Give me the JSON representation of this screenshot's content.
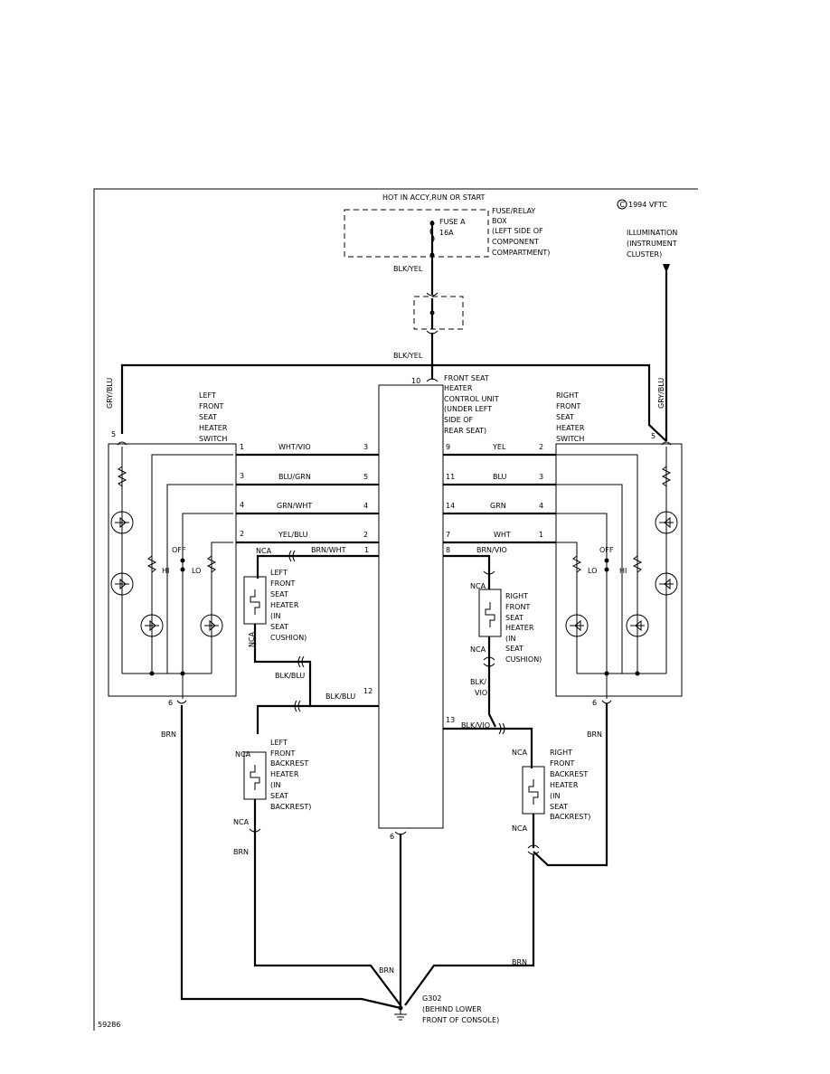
{
  "header": {
    "power": "HOT IN ACCY,RUN OR START",
    "copyright": "1994 VFTC",
    "drawing_no": "59286"
  },
  "fuse": {
    "name": [
      "FUSE A",
      "16A"
    ],
    "box": [
      "FUSE/RELAY",
      "BOX",
      "(LEFT SIDE OF",
      "COMPONENT",
      "COMPARTMENT)"
    ]
  },
  "illumination": [
    "ILLUMINATION",
    "(INSTRUMENT",
    "CLUSTER)"
  ],
  "control_unit": {
    "label": [
      "FRONT SEAT",
      "HEATER",
      "CONTROL UNIT",
      "(UNDER LEFT",
      "SIDE OF",
      "REAR SEAT)"
    ],
    "pin_top": "10",
    "pin_bottom": "6",
    "pin_12": "12",
    "pin_13": "13"
  },
  "left_switch": {
    "label": [
      "LEFT",
      "FRONT",
      "SEAT",
      "HEATER",
      "SWITCH"
    ],
    "pin_power": "5",
    "pin_ground": "6",
    "pins": [
      "1",
      "3",
      "4",
      "2"
    ],
    "hi": "HI",
    "off": "OFF",
    "lo": "LO"
  },
  "right_switch": {
    "label": [
      "RIGHT",
      "FRONT",
      "SEAT",
      "HEATER",
      "SWITCH"
    ],
    "pin_power": "5",
    "pin_ground": "6",
    "pins": [
      "2",
      "3",
      "4",
      "1"
    ],
    "hi": "HI",
    "off": "OFF",
    "lo": "LO"
  },
  "left_wires": [
    {
      "switch_pin": "1",
      "color": "WHT/VIO",
      "unit_pin": "3"
    },
    {
      "switch_pin": "3",
      "color": "BLU/GRN",
      "unit_pin": "5"
    },
    {
      "switch_pin": "4",
      "color": "GRN/WHT",
      "unit_pin": "4"
    },
    {
      "switch_pin": "2",
      "color": "YEL/BLU",
      "unit_pin": "2"
    }
  ],
  "right_wires": [
    {
      "unit_pin": "9",
      "color": "YEL",
      "switch_pin": "2"
    },
    {
      "unit_pin": "11",
      "color": "BLU",
      "switch_pin": "3"
    },
    {
      "unit_pin": "14",
      "color": "GRN",
      "switch_pin": "4"
    },
    {
      "unit_pin": "7",
      "color": "WHT",
      "switch_pin": "1"
    }
  ],
  "wire_labels": {
    "blk_yel": "BLK/YEL",
    "gry_blu": "GRY/BLU",
    "brn_wht": "BRN/WHT",
    "brn_wht_pin": "1",
    "brn_vio": "BRN/VIO",
    "brn_vio_pin": "8",
    "blk_blu": "BLK/BLU",
    "blk_vio_a": "BLK/",
    "blk_vio_b": "VIO",
    "blk_vio": "BLK/VIO",
    "brn": "BRN",
    "nca": "NCA"
  },
  "left_cushion": [
    "LEFT",
    "FRONT",
    "SEAT",
    "HEATER",
    "(IN",
    "SEAT",
    "CUSHION)"
  ],
  "right_cushion": [
    "RIGHT",
    "FRONT",
    "SEAT",
    "HEATER",
    "(IN",
    "SEAT",
    "CUSHION)"
  ],
  "left_backrest": [
    "LEFT",
    "FRONT",
    "BACKREST",
    "HEATER",
    "(IN",
    "SEAT",
    "BACKREST)"
  ],
  "right_backrest": [
    "RIGHT",
    "FRONT",
    "BACKREST",
    "HEATER",
    "(IN",
    "SEAT",
    "BACKREST)"
  ],
  "ground": [
    "G302",
    "(BEHIND LOWER",
    "FRONT OF CONSOLE)"
  ]
}
